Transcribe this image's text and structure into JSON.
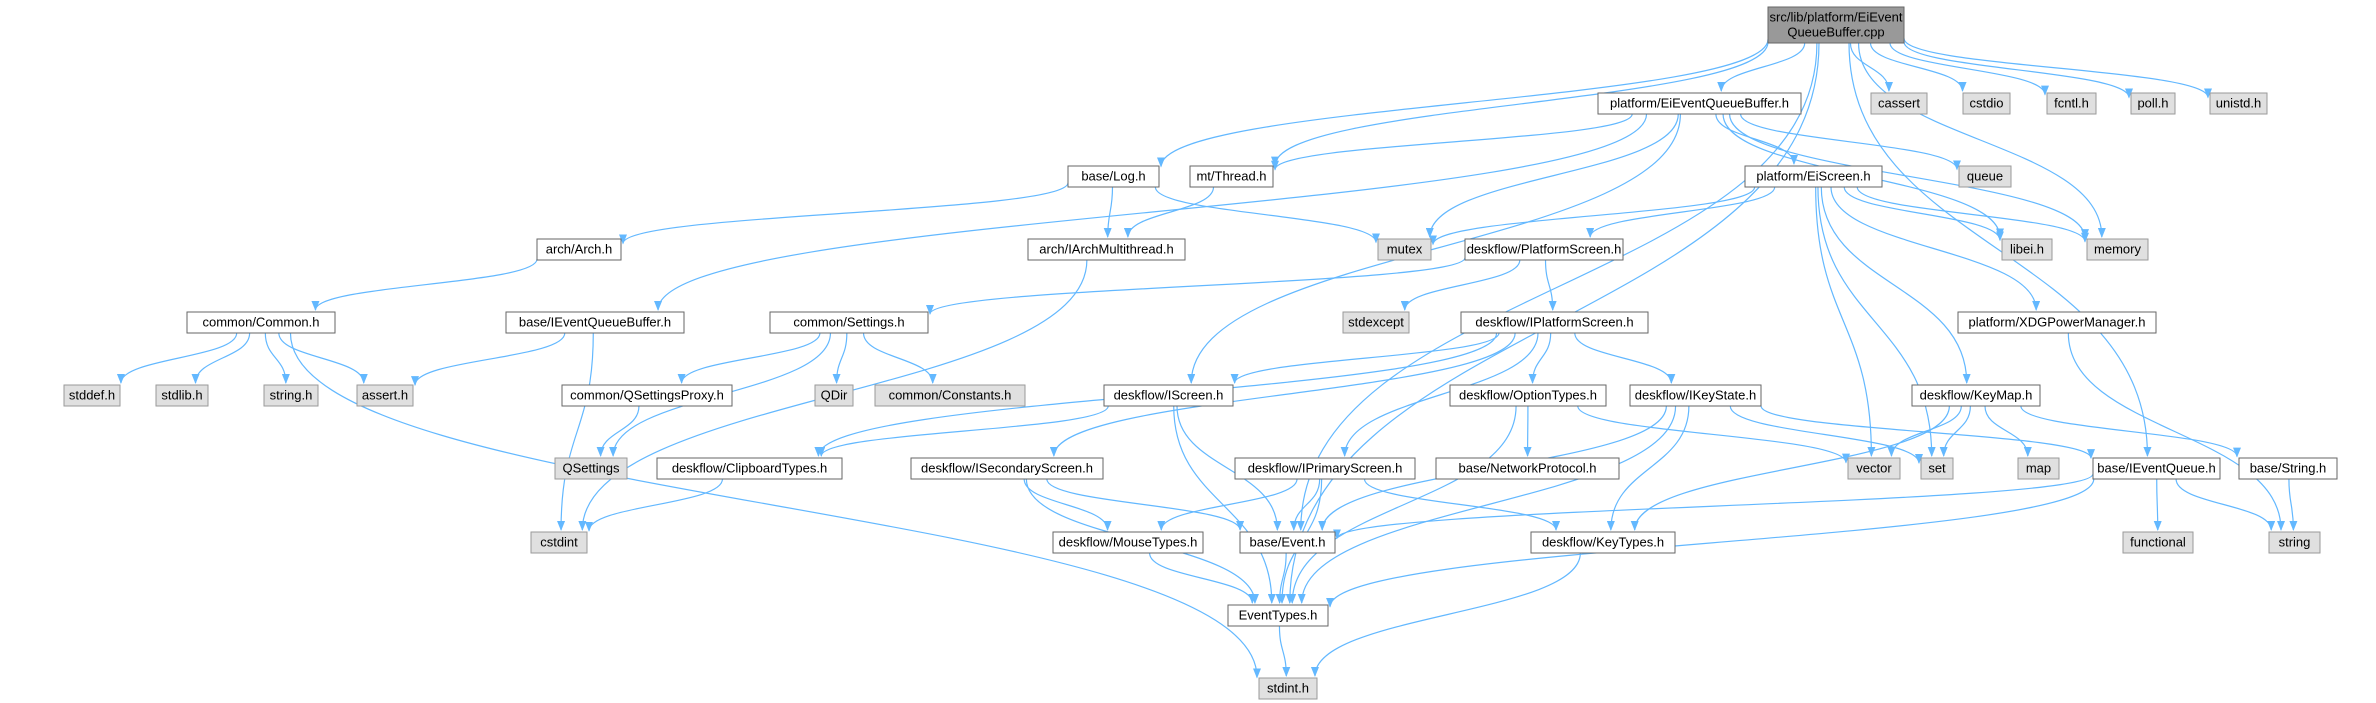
{
  "colors": {
    "edge": "#63b8ff",
    "root_fill": "#999999",
    "root_border": "#666666",
    "internal_fill": "#ffffff",
    "internal_border": "#666666",
    "external_fill": "#e0e0e0",
    "external_border": "#999999",
    "text": "#000000"
  },
  "nodes": [
    {
      "id": "root",
      "kind": "root",
      "lines": [
        "src/lib/platform/EiEvent",
        "QueueBuffer.cpp"
      ]
    },
    {
      "id": "eiqb_h",
      "kind": "internal",
      "lines": [
        "platform/EiEventQueueBuffer.h"
      ]
    },
    {
      "id": "cassert",
      "kind": "external",
      "lines": [
        "cassert"
      ]
    },
    {
      "id": "cstdio",
      "kind": "external",
      "lines": [
        "cstdio"
      ]
    },
    {
      "id": "fcntl",
      "kind": "external",
      "lines": [
        "fcntl.h"
      ]
    },
    {
      "id": "poll",
      "kind": "external",
      "lines": [
        "poll.h"
      ]
    },
    {
      "id": "unistd",
      "kind": "external",
      "lines": [
        "unistd.h"
      ]
    },
    {
      "id": "log",
      "kind": "internal",
      "lines": [
        "base/Log.h"
      ]
    },
    {
      "id": "thread",
      "kind": "internal",
      "lines": [
        "mt/Thread.h"
      ]
    },
    {
      "id": "eiscreen",
      "kind": "internal",
      "lines": [
        "platform/EiScreen.h"
      ]
    },
    {
      "id": "queue",
      "kind": "external",
      "lines": [
        "queue"
      ]
    },
    {
      "id": "arch",
      "kind": "internal",
      "lines": [
        "arch/Arch.h"
      ]
    },
    {
      "id": "iarchmt",
      "kind": "internal",
      "lines": [
        "arch/IArchMultithread.h"
      ]
    },
    {
      "id": "mutex",
      "kind": "external",
      "lines": [
        "mutex"
      ]
    },
    {
      "id": "platscreen",
      "kind": "internal",
      "lines": [
        "deskflow/PlatformScreen.h"
      ]
    },
    {
      "id": "libei",
      "kind": "external",
      "lines": [
        "libei.h"
      ]
    },
    {
      "id": "memory",
      "kind": "external",
      "lines": [
        "memory"
      ]
    },
    {
      "id": "common",
      "kind": "internal",
      "lines": [
        "common/Common.h"
      ]
    },
    {
      "id": "ieqb",
      "kind": "internal",
      "lines": [
        "base/IEventQueueBuffer.h"
      ]
    },
    {
      "id": "settings",
      "kind": "internal",
      "lines": [
        "common/Settings.h"
      ]
    },
    {
      "id": "stdexcept",
      "kind": "external",
      "lines": [
        "stdexcept"
      ]
    },
    {
      "id": "iplatscreen",
      "kind": "internal",
      "lines": [
        "deskflow/IPlatformScreen.h"
      ]
    },
    {
      "id": "xdg",
      "kind": "internal",
      "lines": [
        "platform/XDGPowerManager.h"
      ]
    },
    {
      "id": "stddef",
      "kind": "external",
      "lines": [
        "stddef.h"
      ]
    },
    {
      "id": "stdlib",
      "kind": "external",
      "lines": [
        "stdlib.h"
      ]
    },
    {
      "id": "string_h",
      "kind": "external",
      "lines": [
        "string.h"
      ]
    },
    {
      "id": "assert",
      "kind": "external",
      "lines": [
        "assert.h"
      ]
    },
    {
      "id": "qsproxy",
      "kind": "internal",
      "lines": [
        "common/QSettingsProxy.h"
      ]
    },
    {
      "id": "qdir",
      "kind": "external",
      "lines": [
        "QDir"
      ]
    },
    {
      "id": "constants",
      "kind": "external",
      "lines": [
        "common/Constants.h"
      ]
    },
    {
      "id": "iscreen",
      "kind": "internal",
      "lines": [
        "deskflow/IScreen.h"
      ]
    },
    {
      "id": "opttypes",
      "kind": "internal",
      "lines": [
        "deskflow/OptionTypes.h"
      ]
    },
    {
      "id": "ikeystate",
      "kind": "internal",
      "lines": [
        "deskflow/IKeyState.h"
      ]
    },
    {
      "id": "keymap",
      "kind": "internal",
      "lines": [
        "deskflow/KeyMap.h"
      ]
    },
    {
      "id": "qsettings",
      "kind": "external",
      "lines": [
        "QSettings"
      ]
    },
    {
      "id": "cliptypes",
      "kind": "internal",
      "lines": [
        "deskflow/ClipboardTypes.h"
      ]
    },
    {
      "id": "isecscreen",
      "kind": "internal",
      "lines": [
        "deskflow/ISecondaryScreen.h"
      ]
    },
    {
      "id": "iprimscreen",
      "kind": "internal",
      "lines": [
        "deskflow/IPrimaryScreen.h"
      ]
    },
    {
      "id": "netproto",
      "kind": "internal",
      "lines": [
        "base/NetworkProtocol.h"
      ]
    },
    {
      "id": "vector",
      "kind": "external",
      "lines": [
        "vector"
      ]
    },
    {
      "id": "set",
      "kind": "external",
      "lines": [
        "set"
      ]
    },
    {
      "id": "map",
      "kind": "external",
      "lines": [
        "map"
      ]
    },
    {
      "id": "ieventqueue",
      "kind": "internal",
      "lines": [
        "base/IEventQueue.h"
      ]
    },
    {
      "id": "bstring",
      "kind": "internal",
      "lines": [
        "base/String.h"
      ]
    },
    {
      "id": "cstdint",
      "kind": "external",
      "lines": [
        "cstdint"
      ]
    },
    {
      "id": "mousetypes",
      "kind": "internal",
      "lines": [
        "deskflow/MouseTypes.h"
      ]
    },
    {
      "id": "event",
      "kind": "internal",
      "lines": [
        "base/Event.h"
      ]
    },
    {
      "id": "keytypes",
      "kind": "internal",
      "lines": [
        "deskflow/KeyTypes.h"
      ]
    },
    {
      "id": "functional",
      "kind": "external",
      "lines": [
        "functional"
      ]
    },
    {
      "id": "string",
      "kind": "external",
      "lines": [
        "string"
      ]
    },
    {
      "id": "eventtypes",
      "kind": "internal",
      "lines": [
        "EventTypes.h"
      ]
    },
    {
      "id": "stdint",
      "kind": "external",
      "lines": [
        "stdint.h"
      ]
    }
  ],
  "edges": [
    [
      "root",
      "eiqb_h"
    ],
    [
      "root",
      "cassert"
    ],
    [
      "root",
      "cstdio"
    ],
    [
      "root",
      "fcntl"
    ],
    [
      "root",
      "poll"
    ],
    [
      "root",
      "unistd"
    ],
    [
      "root",
      "log"
    ],
    [
      "root",
      "thread"
    ],
    [
      "root",
      "memory"
    ],
    [
      "root",
      "event"
    ],
    [
      "root",
      "eventtypes"
    ],
    [
      "root",
      "ieventqueue"
    ],
    [
      "eiqb_h",
      "thread"
    ],
    [
      "eiqb_h",
      "eiscreen"
    ],
    [
      "eiqb_h",
      "queue"
    ],
    [
      "eiqb_h",
      "mutex"
    ],
    [
      "eiqb_h",
      "libei"
    ],
    [
      "eiqb_h",
      "memory"
    ],
    [
      "eiqb_h",
      "ieqb"
    ],
    [
      "eiqb_h",
      "iscreen"
    ],
    [
      "log",
      "arch"
    ],
    [
      "log",
      "iarchmt"
    ],
    [
      "log",
      "mutex"
    ],
    [
      "thread",
      "iarchmt"
    ],
    [
      "arch",
      "common"
    ],
    [
      "iarchmt",
      "cstdint"
    ],
    [
      "common",
      "stddef"
    ],
    [
      "common",
      "stdlib"
    ],
    [
      "common",
      "string_h"
    ],
    [
      "common",
      "assert"
    ],
    [
      "common",
      "stdint"
    ],
    [
      "eiscreen",
      "platscreen"
    ],
    [
      "eiscreen",
      "mutex"
    ],
    [
      "eiscreen",
      "libei"
    ],
    [
      "eiscreen",
      "memory"
    ],
    [
      "eiscreen",
      "xdg"
    ],
    [
      "eiscreen",
      "keymap"
    ],
    [
      "eiscreen",
      "vector"
    ],
    [
      "eiscreen",
      "set"
    ],
    [
      "platscreen",
      "settings"
    ],
    [
      "platscreen",
      "stdexcept"
    ],
    [
      "platscreen",
      "iplatscreen"
    ],
    [
      "ieqb",
      "assert"
    ],
    [
      "ieqb",
      "cstdint"
    ],
    [
      "settings",
      "qsproxy"
    ],
    [
      "settings",
      "qdir"
    ],
    [
      "settings",
      "constants"
    ],
    [
      "settings",
      "qsettings"
    ],
    [
      "qsproxy",
      "qsettings"
    ],
    [
      "iplatscreen",
      "iscreen"
    ],
    [
      "iplatscreen",
      "opttypes"
    ],
    [
      "iplatscreen",
      "ikeystate"
    ],
    [
      "iplatscreen",
      "cliptypes"
    ],
    [
      "iplatscreen",
      "isecscreen"
    ],
    [
      "iplatscreen",
      "iprimscreen"
    ],
    [
      "xdg",
      "string"
    ],
    [
      "iscreen",
      "cliptypes"
    ],
    [
      "iscreen",
      "event"
    ],
    [
      "iscreen",
      "eventtypes"
    ],
    [
      "opttypes",
      "netproto"
    ],
    [
      "opttypes",
      "vector"
    ],
    [
      "opttypes",
      "eventtypes"
    ],
    [
      "ikeystate",
      "ieventqueue"
    ],
    [
      "ikeystate",
      "keytypes"
    ],
    [
      "ikeystate",
      "set"
    ],
    [
      "ikeystate",
      "event"
    ],
    [
      "ikeystate",
      "eventtypes"
    ],
    [
      "keymap",
      "vector"
    ],
    [
      "keymap",
      "set"
    ],
    [
      "keymap",
      "map"
    ],
    [
      "keymap",
      "bstring"
    ],
    [
      "keymap",
      "keytypes"
    ],
    [
      "cliptypes",
      "cstdint"
    ],
    [
      "isecscreen",
      "mousetypes"
    ],
    [
      "isecscreen",
      "event"
    ],
    [
      "isecscreen",
      "eventtypes"
    ],
    [
      "iprimscreen",
      "mousetypes"
    ],
    [
      "iprimscreen",
      "event"
    ],
    [
      "iprimscreen",
      "keytypes"
    ],
    [
      "iprimscreen",
      "eventtypes"
    ],
    [
      "ieventqueue",
      "event"
    ],
    [
      "ieventqueue",
      "functional"
    ],
    [
      "ieventqueue",
      "string"
    ],
    [
      "ieventqueue",
      "eventtypes"
    ],
    [
      "bstring",
      "string"
    ],
    [
      "mousetypes",
      "eventtypes"
    ],
    [
      "event",
      "eventtypes"
    ],
    [
      "keytypes",
      "stdint"
    ],
    [
      "eventtypes",
      "stdint"
    ]
  ]
}
